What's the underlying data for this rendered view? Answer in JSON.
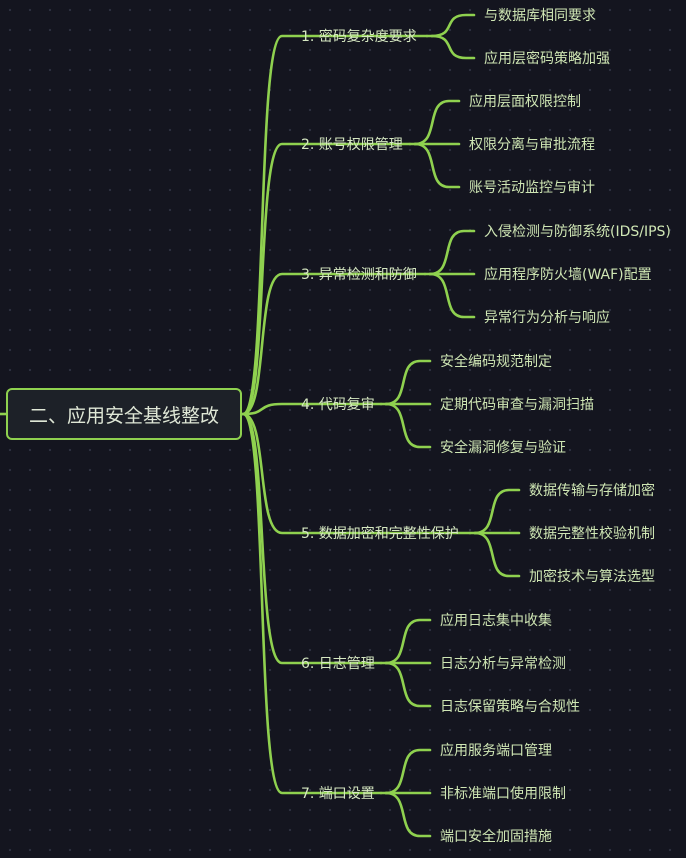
{
  "root": {
    "label": "二、应用安全基线整改"
  },
  "branches": [
    {
      "label": "1. 密码复杂度要求",
      "children": [
        "与数据库相同要求",
        "应用层密码策略加强"
      ]
    },
    {
      "label": "2. 账号权限管理",
      "children": [
        "应用层面权限控制",
        "权限分离与审批流程",
        "账号活动监控与审计"
      ]
    },
    {
      "label": "3. 异常检测和防御",
      "children": [
        "入侵检测与防御系统(IDS/IPS)",
        "应用程序防火墙(WAF)配置",
        "异常行为分析与响应"
      ]
    },
    {
      "label": "4. 代码复审",
      "children": [
        "安全编码规范制定",
        "定期代码审查与漏洞扫描",
        "安全漏洞修复与验证"
      ]
    },
    {
      "label": "5. 数据加密和完整性保护",
      "children": [
        "数据传输与存储加密",
        "数据完整性校验机制",
        "加密技术与算法选型"
      ]
    },
    {
      "label": "6. 日志管理",
      "children": [
        "应用日志集中收集",
        "日志分析与异常检测",
        "日志保留策略与合规性"
      ]
    },
    {
      "label": "7. 端口设置",
      "children": [
        "应用服务端口管理",
        "非标准端口使用限制",
        "端口安全加固措施"
      ]
    }
  ],
  "colors": {
    "line": "#8fd14f",
    "background": "#14151f",
    "text": "#cfe6b4"
  }
}
